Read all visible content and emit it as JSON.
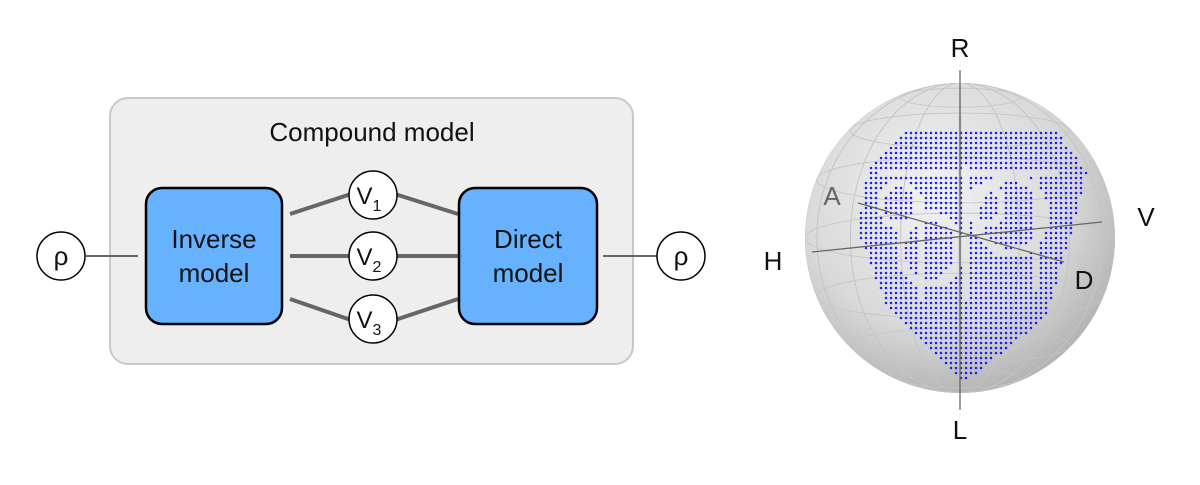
{
  "compound": {
    "title": "Compound model",
    "inverse_line1": "Inverse",
    "inverse_line2": "model",
    "direct_line1": "Direct",
    "direct_line2": "model",
    "input_label": "ρ",
    "output_label": "ρ",
    "channels": [
      {
        "base": "V",
        "sub": "1"
      },
      {
        "base": "V",
        "sub": "2"
      },
      {
        "base": "V",
        "sub": "3"
      }
    ]
  },
  "sphere": {
    "labels": {
      "top": "R",
      "bottom": "L",
      "left": "H",
      "right": "V",
      "back": "A",
      "front": "D"
    },
    "point_color": "#1a1aff"
  },
  "colors": {
    "box_fill": "#eeeeee",
    "box_stroke": "#c8c8c8",
    "model_fill": "#66b2ff",
    "line": "#666666"
  }
}
